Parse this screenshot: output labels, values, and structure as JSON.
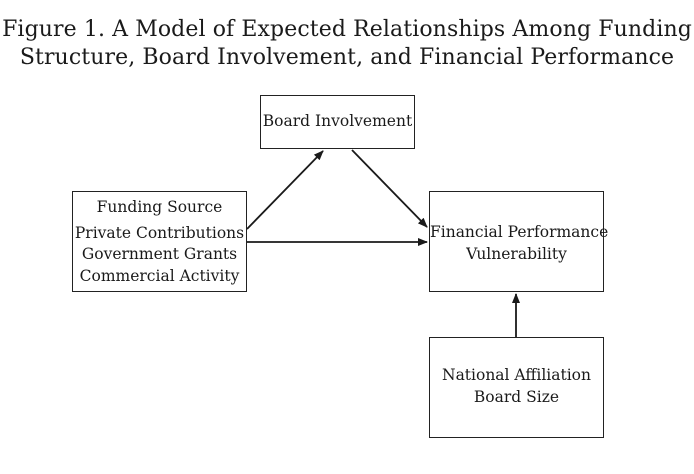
{
  "figure": {
    "title_line_1": "Figure 1.  A Model of Expected Relationships Among Funding",
    "title_line_2": "Structure, Board Involvement, and Financial Performance"
  },
  "nodes": {
    "board": {
      "label": "Board Involvement"
    },
    "funding": {
      "heading": "Funding Source",
      "items": [
        "Private Contributions",
        "Government Grants",
        "Commercial Activity"
      ]
    },
    "performance": {
      "lines": [
        "Financial Performance",
        "Vulnerability"
      ]
    },
    "affiliation": {
      "lines": [
        "National Affiliation",
        "Board Size"
      ]
    }
  },
  "edges": [
    {
      "from": "funding",
      "to": "board"
    },
    {
      "from": "board",
      "to": "performance"
    },
    {
      "from": "funding",
      "to": "performance"
    },
    {
      "from": "affiliation",
      "to": "performance"
    }
  ],
  "colors": {
    "line": "#1a1a1a",
    "text": "#1a1a1a",
    "background": "#ffffff"
  }
}
